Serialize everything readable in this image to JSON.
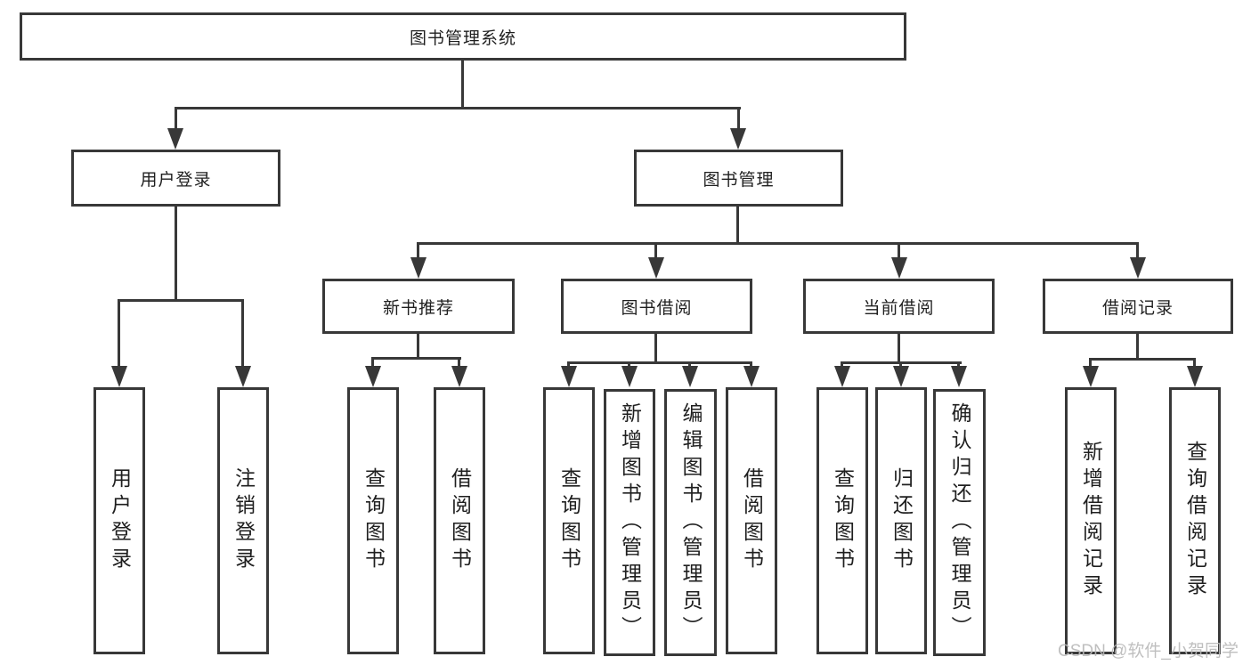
{
  "diagram": {
    "type": "tree",
    "watermark": "CSDN @软件_小贺同学",
    "colors": {
      "line": "#383838",
      "text": "#1f1f1f",
      "background": "#ffffff",
      "watermark": "#b9b9b9"
    },
    "tree": {
      "label": "图书管理系统",
      "children": [
        {
          "label": "用户登录",
          "children": [
            {
              "label": "用户登录"
            },
            {
              "label": "注销登录"
            }
          ]
        },
        {
          "label": "图书管理",
          "children": [
            {
              "label": "新书推荐",
              "children": [
                {
                  "label": "查询图书"
                },
                {
                  "label": "借阅图书"
                }
              ]
            },
            {
              "label": "图书借阅",
              "children": [
                {
                  "label": "查询图书"
                },
                {
                  "label": "新增图书（管理员）"
                },
                {
                  "label": "编辑图书（管理员）"
                },
                {
                  "label": "借阅图书"
                }
              ]
            },
            {
              "label": "当前借阅",
              "children": [
                {
                  "label": "查询图书"
                },
                {
                  "label": "归还图书"
                },
                {
                  "label": "确认归还（管理员）"
                }
              ]
            },
            {
              "label": "借阅记录",
              "children": [
                {
                  "label": "新增借阅记录"
                },
                {
                  "label": "查询借阅记录"
                }
              ]
            }
          ]
        }
      ]
    }
  }
}
